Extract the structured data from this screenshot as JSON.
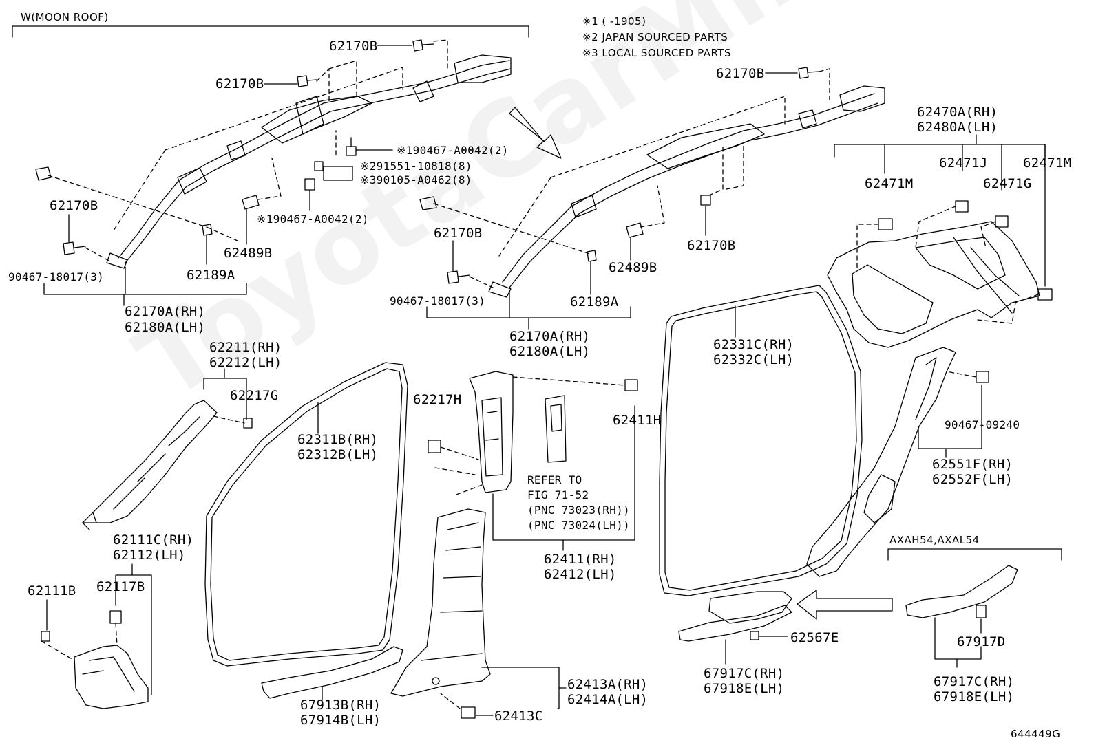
{
  "notes": {
    "note1": "※1 (      -1905)",
    "note2": "※2 JAPAN SOURCED PARTS",
    "note3": "※3 LOCAL SOURCED PARTS"
  },
  "groups": {
    "moon_roof": "W(MOON ROOF)",
    "axah54": "AXAH54,AXAL54"
  },
  "watermark": "ToyotaCarMine.ru",
  "diagram_id": "644449G",
  "labels": {
    "l1_clip_top": "62170B",
    "l1_clip_mid": "62170B",
    "l1_clip_left": "62170B",
    "l1_bolt_a": "※190467-A0042(2)",
    "l1_bolt_b": "※291551-10818(8)",
    "l1_bolt_c": "※390105-A0462(8)",
    "l1_bolt_d": "※190467-A0042(2)",
    "l1_clip_9046": "90467-18017(3)",
    "l1_62489b": "62489B",
    "l1_62189a": "62189A",
    "l1_curtain_rh": "62170A(RH)",
    "l1_curtain_lh": "62180A(LH)",
    "r1_clip_top": "62170B",
    "r1_clip_left": "62170B",
    "r1_clip_right": "62170B",
    "r1_clip_9046": "90467-18017(3)",
    "r1_62489b": "62489B",
    "r1_62189a": "62189A",
    "r1_curtain_rh": "62170A(RH)",
    "r1_curtain_lh": "62180A(LH)",
    "q_rh": "62470A(RH)",
    "q_lh": "62480A(LH)",
    "q_62471j": "62471J",
    "q_62471m_a": "62471M",
    "q_62471m_b": "62471M",
    "q_62471g": "62471G",
    "a_rh": "62211(RH)",
    "a_lh": "62212(LH)",
    "a_62217g": "62217G",
    "front_ws_rh": "62311B(RH)",
    "front_ws_lh": "62312B(LH)",
    "b_62217h": "62217H",
    "b_62411h": "62411H",
    "b_refer1": "REFER TO",
    "b_refer2": "FIG 71-52",
    "b_refer3": "(PNC 73023(RH))",
    "b_refer4": "(PNC 73024(LH))",
    "b_rh": "62411(RH)",
    "b_lh": "62412(LH)",
    "rear_ws_rh": "62331C(RH)",
    "rear_ws_lh": "62332C(LH)",
    "c_clip": "90467-09240",
    "c_rh": "62551F(RH)",
    "c_lh": "62552F(LH)",
    "kick_rh": "62111C(RH)",
    "kick_lh": "62112(LH)",
    "kick_62111b": "62111B",
    "kick_62117b": "62117B",
    "scuff_front_rh": "67913B(RH)",
    "scuff_front_lh": "67914B(LH)",
    "lower_b_rh": "62413A(RH)",
    "lower_b_lh": "62414A(LH)",
    "lower_b_clip": "62413C",
    "rear_scuff_clip": "62567E",
    "rear_scuff_rh": "67917C(RH)",
    "rear_scuff_lh": "67918E(LH)",
    "axah_clip": "67917D",
    "axah_rh": "67917C(RH)",
    "axah_lh": "67918E(LH)"
  }
}
